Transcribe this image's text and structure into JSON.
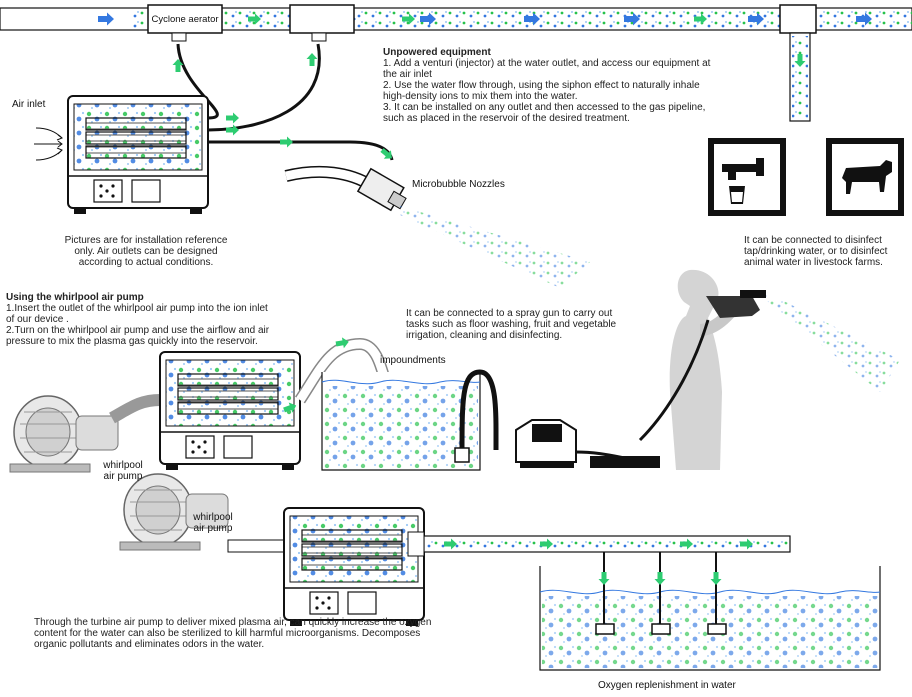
{
  "labels": {
    "cyclone": "Cyclone aerator",
    "air_inlet": "Air inlet",
    "microbubble": "Microbubble Nozzles",
    "impoundments": "impoundments",
    "whirlpool_1": "whirlpool\nair pump",
    "whirlpool_2": "whirlpool\nair pump",
    "oxygen_caption": "Oxygen replenishment in water"
  },
  "unpowered": {
    "title": "Unpowered equipment",
    "lines": [
      "1. Add a venturi (injector) at the water outlet, and access our equipment at",
      "the air inlet",
      "2. Use the water flow through, using the siphon effect to naturally inhale",
      "high-density ions to mix them into the water.",
      "3. It can be installed on any outlet and then accessed to the gas pipeline,",
      "such as placed in the reservoir of the desired treatment."
    ]
  },
  "install_note": [
    "Pictures are for installation reference",
    "only. Air outlets can be designed",
    "according to actual conditions."
  ],
  "disinfect_note": [
    "It can be connected to disinfect",
    "tap/drinking water, or to disinfect",
    "animal water in livestock farms."
  ],
  "whirlpool_section": {
    "title": "Using the whirlpool air pump",
    "lines": [
      "1.Insert the outlet of the whirlpool air pump into the ion inlet",
      "of our device .",
      "2.Turn on the whirlpool air pump and use the airflow and air",
      "pressure to mix the plasma gas quickly into the reservoir."
    ]
  },
  "spray_note": [
    "It can be connected to a spray gun to carry out",
    "tasks such as floor washing, fruit and vegetable",
    "irrigation, cleaning and disinfecting."
  ],
  "turbine_note": [
    "Through the turbine air pump to deliver mixed plasma air, can quickly increase the oxygen",
    "content for the water can also be sterilized to kill harmful microorganisms. Decomposes",
    "organic pollutants and eliminates odors in the water."
  ],
  "colors": {
    "pipe_blue": "#2f7bd9",
    "green_arrow": "#2ecc71",
    "dot_green": "#27c24c",
    "dot_blue": "#3478e0",
    "line": "#111111"
  },
  "icons": [
    "tap-icon",
    "cow-icon"
  ]
}
